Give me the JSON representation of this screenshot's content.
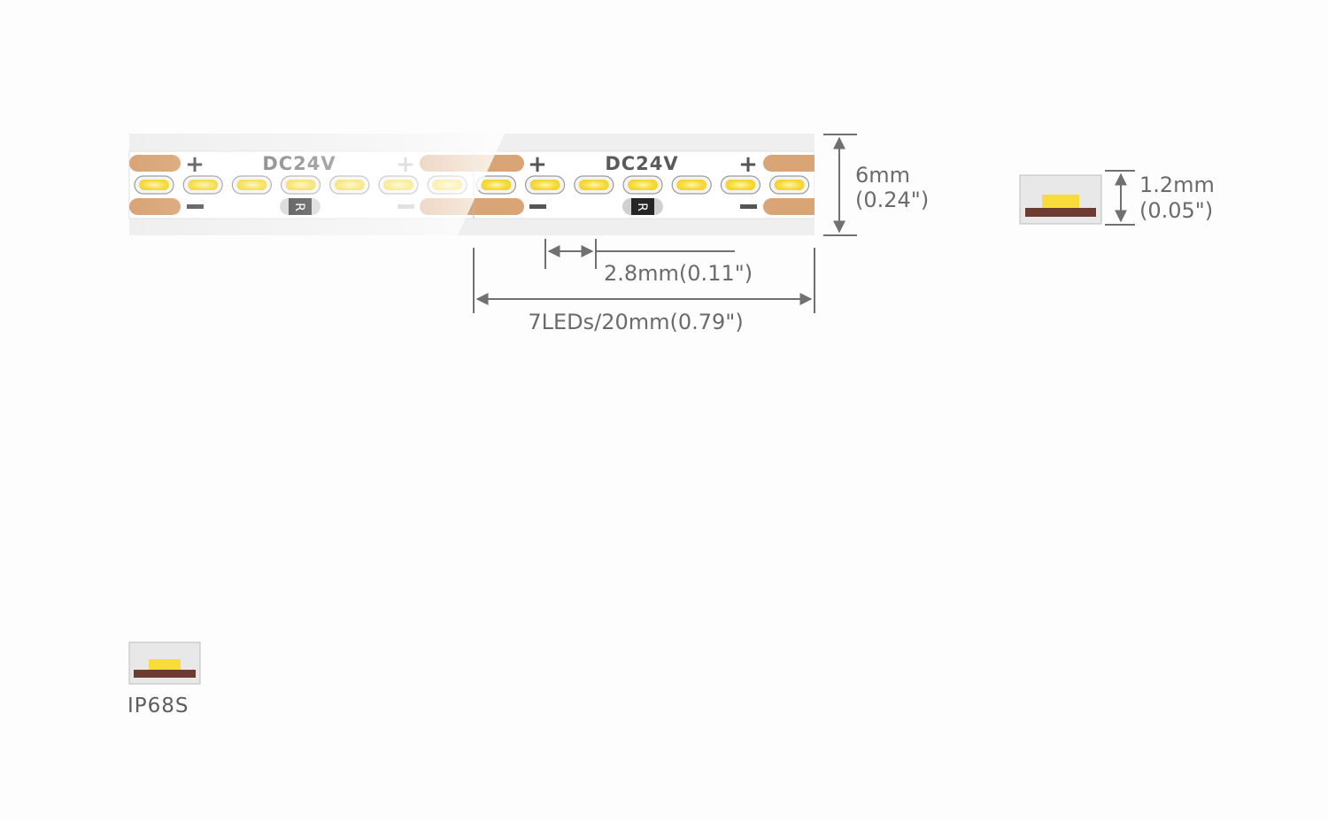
{
  "strip": {
    "voltage_label": "DC24V",
    "plus_sign": "+",
    "minus_sign": "−",
    "resistor_mark": "R",
    "led_count": 14
  },
  "dimensions": {
    "width_mm": "6mm",
    "width_in": "(0.24\")",
    "pitch_label": "2.8mm(0.11\")",
    "segment_label": "7LEDs/20mm(0.79\")",
    "thickness_mm": "1.2mm",
    "thickness_in": "(0.05\")"
  },
  "rating": {
    "ip_label": "IP68S"
  },
  "colors": {
    "pad": "#d9a476",
    "led_yellow": "#f7dc3c",
    "pcb": "#6e3b32",
    "dim_line": "#707070",
    "board": "#efefef"
  }
}
